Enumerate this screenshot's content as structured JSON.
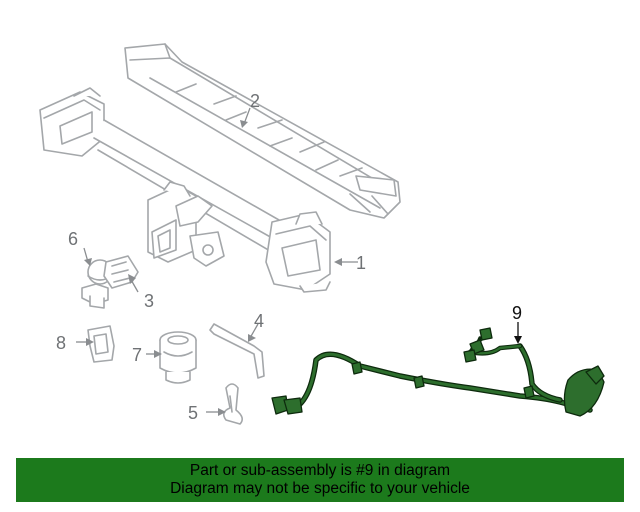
{
  "callouts": {
    "c1": "1",
    "c2": "2",
    "c3": "3",
    "c4": "4",
    "c5": "5",
    "c6": "6",
    "c7": "7",
    "c8": "8",
    "c9": "9"
  },
  "banner": {
    "line1": "Part or sub-assembly is #9 in diagram",
    "line2": "Diagram may not be specific to your vehicle",
    "color": "#1c7a1c"
  },
  "colors": {
    "line_art": "#9a9da0",
    "highlight_part": "#1e5a1e",
    "highlight_outline": "#0d2a0d"
  }
}
